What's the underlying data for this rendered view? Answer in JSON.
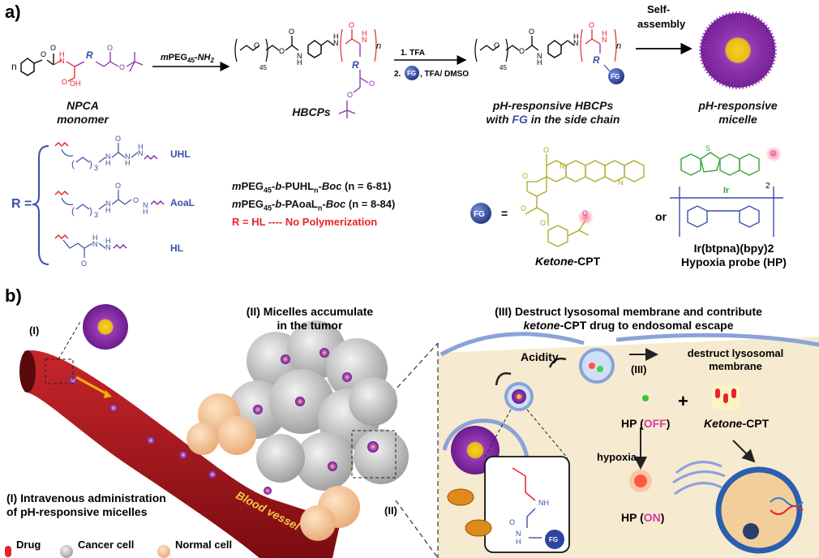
{
  "panel_a": {
    "label": "a)",
    "npca_caption": [
      "NPCA",
      "monomer"
    ],
    "npca_n": "n",
    "npca_R": "R",
    "reagent1": "mPEG45-NH2",
    "reagent1_parts": {
      "m": "m",
      "peg": "PEG",
      "sub": "45",
      "nh2": "-NH",
      "sub2": "2"
    },
    "hbcps_caption": "HBCPs",
    "polymer_sub45": "45",
    "polymer_n": "n",
    "polymer_R": "R",
    "step1": "1. TFA",
    "step2_prefix": "2.",
    "step2_suffix": ", TFA/ DMSO",
    "fg_label": "FG",
    "ph_hbcps_caption_1": "pH-responsive HBCPs",
    "ph_hbcps_caption_2_pre": "with ",
    "ph_hbcps_caption_2_fg": "FG",
    "ph_hbcps_caption_2_post": " in the side chain",
    "self_assembly": [
      "Self-",
      "assembly"
    ],
    "micelle_caption": [
      "pH-responsive",
      "micelle"
    ],
    "r_equals": "R =",
    "r_groups": [
      {
        "sub": "3",
        "label": "UHL"
      },
      {
        "sub": "3",
        "label": "AoaL"
      },
      {
        "label": "HL"
      }
    ],
    "poly_lines": [
      {
        "pre": "m",
        "mid": "PEG",
        "sub1": "45",
        "b": "-b-",
        "name": "PUHL",
        "sub2": "n",
        "boc": "-Boc",
        "range": " (n = 6-81)"
      },
      {
        "pre": "m",
        "mid": "PEG",
        "sub1": "45",
        "b": "-b-",
        "name": "PAoaL",
        "sub2": "n",
        "boc": "-Boc",
        "range": " (n = 8-84)"
      }
    ],
    "no_poly": "R = HL ---- No Polymerization",
    "fg_equals": "=",
    "or": "or",
    "ketone_cpt_caption": {
      "it": "Ketone",
      "rest": "-CPT"
    },
    "ir_caption_1": "Ir(btpna)(bpy)2",
    "ir_caption_2": "Hypoxia probe (HP)",
    "ir_sub2": "2",
    "ir_label": "Ir"
  },
  "panel_b": {
    "label": "b)",
    "step_I_marker": "(I)",
    "step_I_caption": [
      "(I) Intravenous administration",
      "of pH-responsive micelles"
    ],
    "step_II_title": [
      "(II) Micelles accumulate",
      "in the tumor"
    ],
    "step_II_marker": "(II)",
    "step_III_title_1": "(III) Destruct lysosomal membrane and contribute",
    "step_III_title_2_it": "ketone",
    "step_III_title_2_rest": "-CPT drug to endosomal escape",
    "blood_vessel": "Blood vessel",
    "acidity": "Acidity",
    "step_III_marker": "(III)",
    "destruct": [
      "destruct lysosomal",
      "membrane"
    ],
    "plus": "+",
    "hp_off": {
      "pre": "HP (",
      "state": "OFF",
      "post": ")"
    },
    "hp_on": {
      "pre": "HP (",
      "state": "ON",
      "post": ")"
    },
    "ketone_cpt": {
      "it": "Ketone",
      "rest": "-CPT"
    },
    "hypoxia": "hypoxia",
    "inset_fg": "FG",
    "legend": [
      {
        "icon": "drug-capsule-icon",
        "label": "Drug"
      },
      {
        "icon": "cancer-cell-icon",
        "label": "Cancer cell"
      },
      {
        "icon": "normal-cell-icon",
        "label": "Normal cell"
      }
    ]
  },
  "colors": {
    "blue": "#3a4fa8",
    "red": "#e8242a",
    "purple": "#8a2ea8",
    "green": "#39a23a",
    "olive": "#a9a922",
    "magenta": "#d43da0",
    "vessel": "#a8161c",
    "cell_bg": "#f6ead0"
  }
}
